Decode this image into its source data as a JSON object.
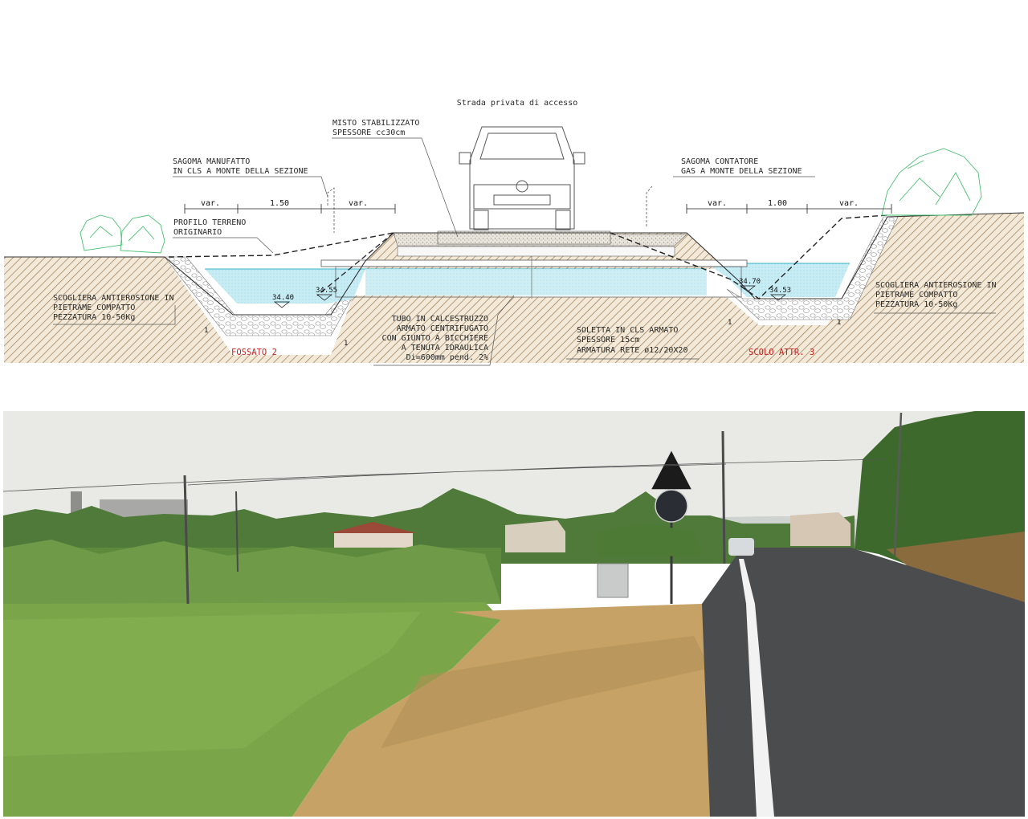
{
  "section": {
    "road_title": "Strada privata di accesso",
    "labels": {
      "misto": [
        "MISTO STABILIZZATO",
        "SPESSORE cc30cm"
      ],
      "sagoma_manufatto": [
        "SAGOMA MANUFATTO",
        "IN CLS A MONTE DELLA SEZIONE"
      ],
      "sagoma_contatore": [
        "SAGOMA CONTATORE",
        "GAS A MONTE DELLA SEZIONE"
      ],
      "profilo": [
        "PROFILO TERRENO",
        "ORIGINARIO"
      ],
      "scogliera_left": [
        "SCOGLIERA ANTIEROSIONE IN",
        "PIETRAME COMPATTO",
        "PEZZATURA 10-50Kg"
      ],
      "scogliera_right": [
        "SCOGLIERA ANTIEROSIONE IN",
        "PIETRAME COMPATTO",
        "PEZZATURA 10-50Kg"
      ],
      "tubo": [
        "TUBO IN CALCESTRUZZO",
        "ARMATO CENTRIFUGATO",
        "CON GIUNTO A BICCHIERE",
        "A TENUTA IDRAULICA",
        "Di=600mm pend. 2%"
      ],
      "soletta": [
        "SOLETTA IN CLS ARMATO",
        "SPESSORE 15cm",
        "ARMATURA RETE ø12/20X20"
      ]
    },
    "ditch_left_name": "FOSSATO 2",
    "ditch_right_name": "SCOLO ATTR. 3",
    "dims_left": [
      "var.",
      "1.50",
      "var."
    ],
    "dims_right": [
      "var.",
      "1.00",
      "var."
    ],
    "levels": {
      "left_bottom": "34.40",
      "left_pipe": "34.55",
      "right_pipe": "34.70",
      "right_bottom": "34.53"
    },
    "slope_marks": [
      "1",
      "1",
      "1",
      "1"
    ],
    "colors": {
      "water": "#bfe9f1",
      "water_line": "#3ab4d2",
      "soil": "#f1e6d4",
      "hatch": "#8b6b45",
      "label_red": "#c81e1e"
    }
  },
  "photo": {
    "scene": "roadside-ditch-photo",
    "colors": {
      "sky": "#ececea",
      "field": "#7da94a",
      "dry_grass": "#c9a567",
      "asphalt": "#4a4b4d",
      "trees": "#3f6b2d"
    }
  }
}
